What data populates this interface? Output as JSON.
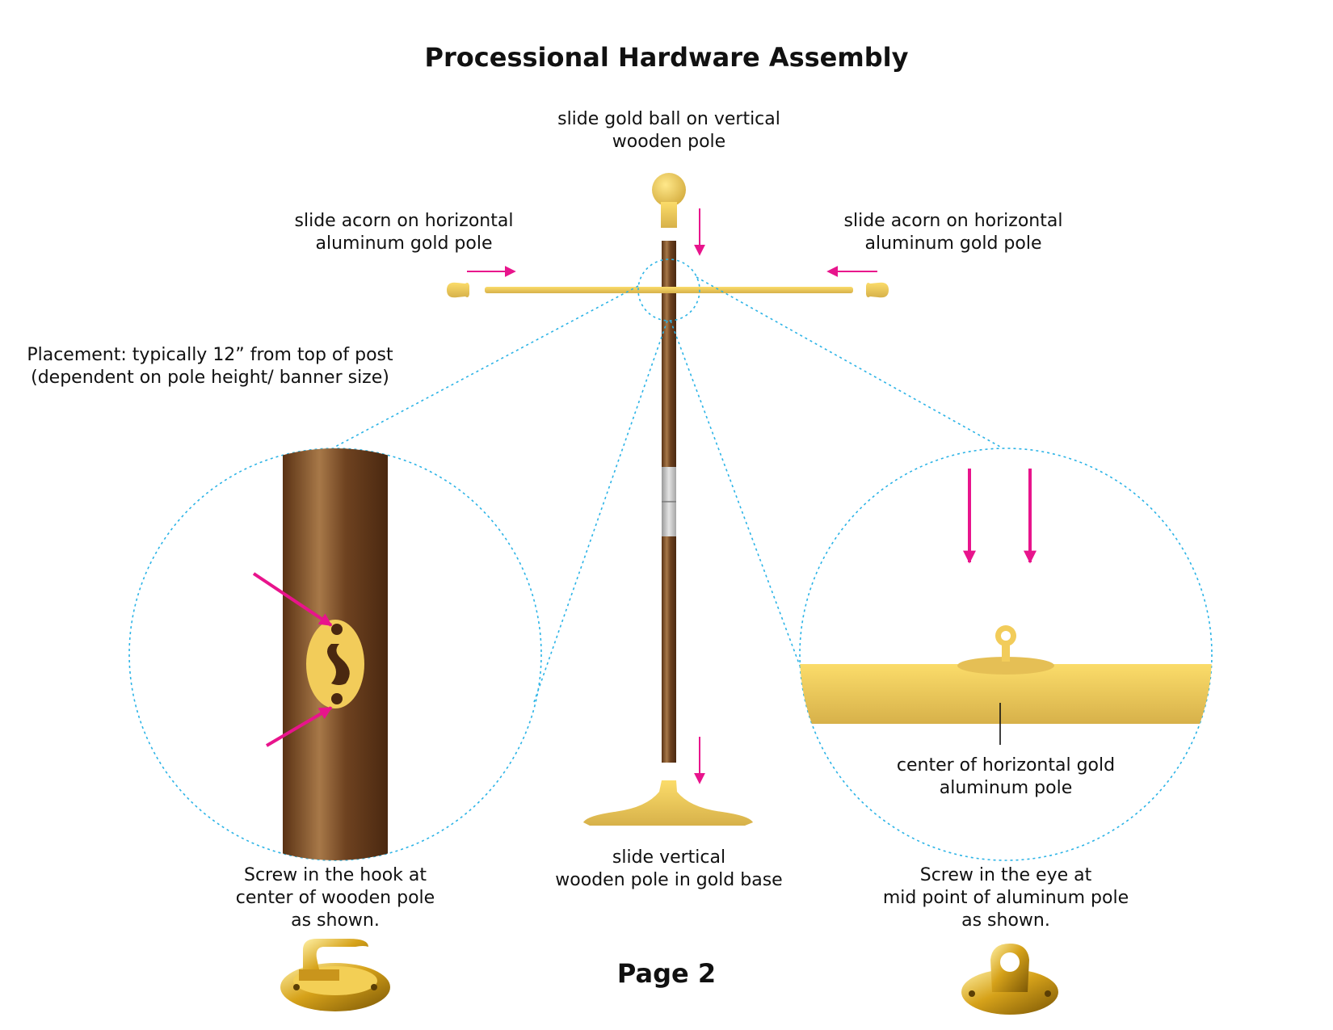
{
  "title": "Processional Hardware Assembly",
  "page_label": "Page 2",
  "labels": {
    "gold_ball": [
      "slide gold ball on vertical",
      "wooden pole"
    ],
    "acorn_left": [
      "slide acorn on horizontal",
      "aluminum gold pole"
    ],
    "acorn_right": [
      "slide acorn on horizontal",
      "aluminum gold pole"
    ],
    "placement": [
      "Placement: typically 12” from top of post",
      "(dependent on pole height/ banner size)"
    ],
    "base": [
      "slide vertical",
      "wooden pole in gold base"
    ],
    "center_pole": [
      "center of horizontal gold",
      "aluminum pole"
    ],
    "hook": [
      "Screw in the hook at",
      "center of wooden pole",
      "as shown."
    ],
    "eye": [
      "Screw in the eye at",
      "mid point of aluminum pole",
      "as shown."
    ]
  },
  "colors": {
    "gold": "#F2CC5A",
    "wood": "#6B3F1E",
    "arrow": "#E8148C",
    "dotted": "#2BB3E6"
  },
  "icons": [
    "gold-ball-icon",
    "acorn-icon",
    "hook-icon",
    "eye-icon",
    "base-icon"
  ]
}
